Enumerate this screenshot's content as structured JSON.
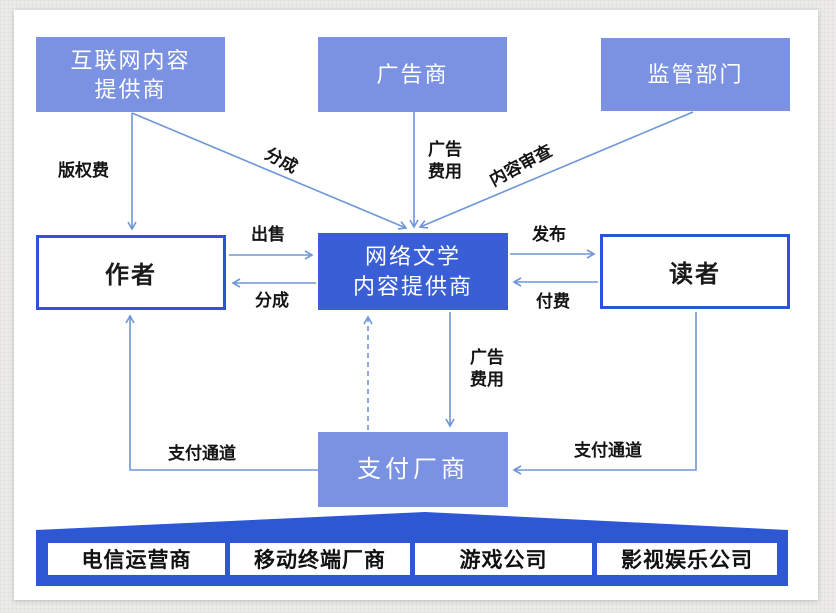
{
  "diagram": {
    "nodes": {
      "icp": {
        "line1": "互联网内容",
        "line2": "提供商"
      },
      "advertiser": {
        "label": "广告商"
      },
      "regulator": {
        "label": "监管部门"
      },
      "author": {
        "label": "作者"
      },
      "ncp": {
        "line1": "网络文学",
        "line2": "内容提供商"
      },
      "reader": {
        "label": "读者"
      },
      "payment": {
        "label": "支付厂商"
      }
    },
    "edges": {
      "copyright_fee": "版权费",
      "share_top": "分成",
      "ad_fee": [
        "广告",
        "费用"
      ],
      "content_review": "内容审查",
      "sell": "出售",
      "share_mid": "分成",
      "publish": "发布",
      "pay": "付费",
      "ad_fee_lower": [
        "广告",
        "费用"
      ],
      "payment_channel_left": "支付通道",
      "payment_channel_right": "支付通道"
    },
    "platform": {
      "items": [
        "电信运营商",
        "移动终端厂商",
        "游戏公司",
        "影视娱乐公司"
      ]
    },
    "colors": {
      "light_box": "#7b92e3",
      "dark_box": "#3a5ed6",
      "bar": "#2e57d4",
      "node_border": "#2b54d8",
      "line": "#6e96d8"
    }
  }
}
